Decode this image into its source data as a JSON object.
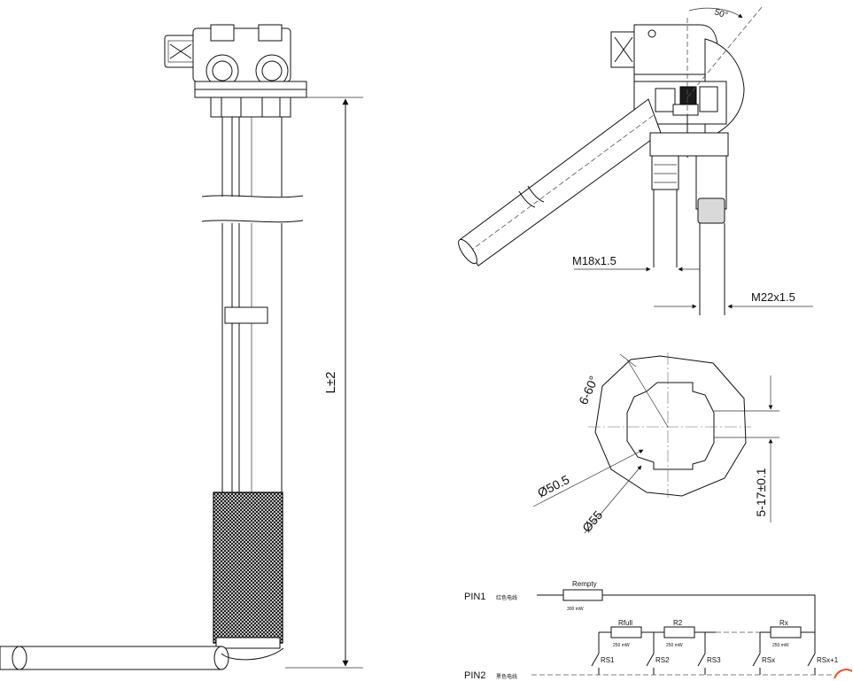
{
  "dimensions": {
    "length": "L±2",
    "thread_small": "M18x1.5",
    "thread_large": "M22x1.5",
    "angle_top": "50°",
    "angle_flange": "6-60°",
    "outer_diameter": "Ø55",
    "inner_diameter": "Ø50.5",
    "slot_width": "5-17±0.1"
  },
  "circuit": {
    "pin1": "PIN1",
    "pin1_note": "红色电线",
    "pin2": "PIN2",
    "pin2_note": "黑色电线",
    "r_empty_label": "Rempty",
    "r_empty_value": "300 mW",
    "resistors": [
      {
        "label": "Rfull",
        "value": "250 mW"
      },
      {
        "label": "R2",
        "value": "250 mW"
      },
      {
        "label": "Rx",
        "value": "250 mW"
      }
    ],
    "switches": [
      "RS1",
      "RS2",
      "RS3",
      "RSx",
      "RSx+1"
    ]
  },
  "colors": {
    "line": "#111111",
    "filter_mesh": "#1a1a1a",
    "background": "#ffffff",
    "corner_mark": "#e8542a"
  },
  "icons": [
    "corner-mark-icon"
  ]
}
